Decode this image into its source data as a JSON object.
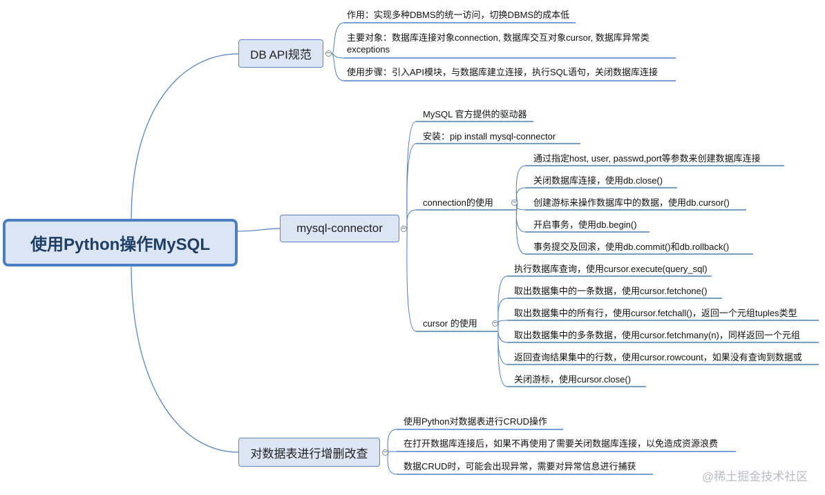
{
  "root": {
    "label": "使用Python操作MySQL"
  },
  "branches": {
    "dbapi": {
      "label": "DB API规范",
      "items": [
        [
          "作用：实现多种DBMS的统一访问，切换DBMS的成本低"
        ],
        [
          "主要对象：数据库连接对象connection, 数据库交互对象cursor, 数据库异常类",
          "exceptions"
        ],
        [
          "使用步骤：引入API模块，与数据库建立连接，执行SQL语句，关闭数据库连接"
        ]
      ]
    },
    "connector": {
      "label": "mysql-connector",
      "items": [
        "MySQL 官方提供的驱动器",
        "安装：pip install mysql-connector"
      ],
      "connection": {
        "label": "connection的使用",
        "items": [
          "通过指定host, user, passwd,port等参数来创建数据库连接",
          "关闭数据库连接，使用db.close()",
          "创建游标来操作数据库中的数据，使用db.cursor()",
          "开启事务，使用db.begin()",
          "事务提交及回滚，使用db.commit()和db.rollback()"
        ]
      },
      "cursor": {
        "label": "cursor 的使用",
        "items": [
          "执行数据库查询，使用cursor.execute(query_sql)",
          "取出数据集中的一条数据，使用cursor.fetchone()",
          "取出数据集中的所有行，使用cursor.fetchall()，返回一个元组tuples类型",
          "取出数据集中的多条数据，使用cursor.fetchmany(n)，同样返回一个元组",
          "返回查询结果集中的行数，使用cursor.rowcount，如果没有查询到数据或",
          "关闭游标，使用cursor.close()"
        ]
      }
    },
    "crud": {
      "label": "对数据表进行增删改查",
      "items": [
        "使用Python对数据表进行CRUD操作",
        "在打开数据库连接后，如果不再使用了需要关闭数据库连接，以免造成资源浪费",
        "数据CRUD时，可能会出现异常，需要对异常信息进行捕获"
      ]
    }
  },
  "watermark": "@稀土掘金技术社区",
  "colors": {
    "line": "#4a7fc7",
    "node_fill": "#dbe5f3",
    "root_border": "#4a7fc7"
  }
}
